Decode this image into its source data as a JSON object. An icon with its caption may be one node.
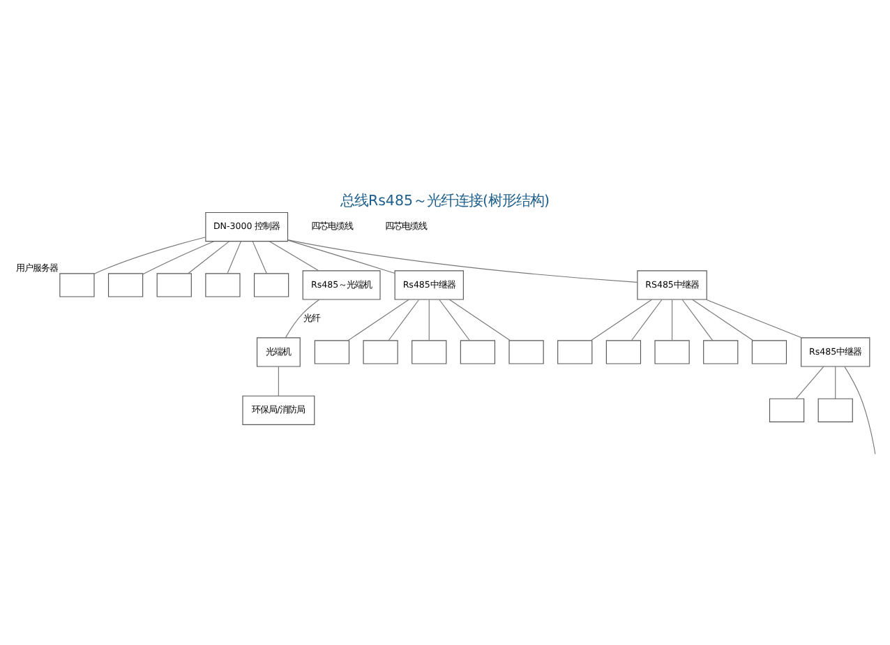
{
  "diagram": {
    "title": "总线Rs485～光纤连接(树形结构)",
    "nodes": [
      {
        "text": [
          "DN-3000 控制器"
        ]
      },
      {
        "text": [],
        "shape": "box",
        "beside": [
          "用户服务器"
        ]
      },
      {
        "text": [],
        "shape": "box"
      },
      {
        "text": [],
        "shape": "box"
      },
      {
        "text": [],
        "shape": "box"
      },
      {
        "text": [],
        "shape": "box"
      },
      {
        "text": [
          "Rs485～光端机"
        ]
      },
      {
        "text": [
          "光端机"
        ]
      },
      {
        "text": [
          "环保局/消防局"
        ]
      },
      {
        "text": [
          "Rs485中继器"
        ]
      },
      {
        "text": [],
        "shape": "box"
      },
      {
        "text": [],
        "shape": "box"
      },
      {
        "text": [],
        "shape": "box"
      },
      {
        "text": [],
        "shape": "box"
      },
      {
        "text": [],
        "shape": "box"
      },
      {
        "text": [
          "RS485中继器"
        ]
      },
      {
        "text": [],
        "shape": "box"
      },
      {
        "text": [],
        "shape": "box"
      },
      {
        "text": [],
        "shape": "box"
      },
      {
        "text": [],
        "shape": "box"
      },
      {
        "text": [],
        "shape": "box"
      },
      {
        "text": [
          "Rs485中继器"
        ]
      },
      {
        "text": [],
        "shape": "box"
      },
      {
        "text": [],
        "shape": "box"
      }
    ],
    "edges": [
      {
        "from": 0,
        "to": 1,
        "arrow": "none"
      },
      {
        "from": 0,
        "to": 2,
        "arrow": "none"
      },
      {
        "from": 0,
        "to": 3,
        "arrow": "none"
      },
      {
        "from": 0,
        "to": 4,
        "arrow": "none"
      },
      {
        "from": 0,
        "to": 5,
        "arrow": "none"
      },
      {
        "from": 0,
        "to": 6,
        "arrow": "none"
      },
      {
        "from": 6,
        "to": 7,
        "arrow": "none",
        "label": "光纤"
      },
      {
        "from": 7,
        "to": 8,
        "arrow": "none"
      },
      {
        "from": 0,
        "to": 9,
        "arrow": "none"
      },
      {
        "from": 9,
        "to": 10,
        "arrow": "none"
      },
      {
        "from": 9,
        "to": 11,
        "arrow": "none"
      },
      {
        "from": 9,
        "to": 12,
        "arrow": "none"
      },
      {
        "from": 9,
        "to": 13,
        "arrow": "none"
      },
      {
        "from": 9,
        "to": 14,
        "arrow": "none"
      },
      {
        "from": 0,
        "to": 15,
        "arrow": "none"
      },
      {
        "from": 15,
        "to": 16,
        "arrow": "none"
      },
      {
        "from": 15,
        "to": 17,
        "arrow": "none"
      },
      {
        "from": 15,
        "to": 18,
        "arrow": "none"
      },
      {
        "from": 15,
        "to": 19,
        "arrow": "none"
      },
      {
        "from": 15,
        "to": 20,
        "arrow": "none"
      },
      {
        "from": 15,
        "to": 21,
        "arrow": "none"
      },
      {
        "from": 21,
        "to": 22,
        "arrow": "none"
      },
      {
        "from": 21,
        "to": 23,
        "arrow": "none"
      },
      {
        "from": 21,
        "to": null,
        "arrow": "none"
      }
    ],
    "labels": [
      "四芯电缆线",
      "四芯电缆线"
    ]
  }
}
